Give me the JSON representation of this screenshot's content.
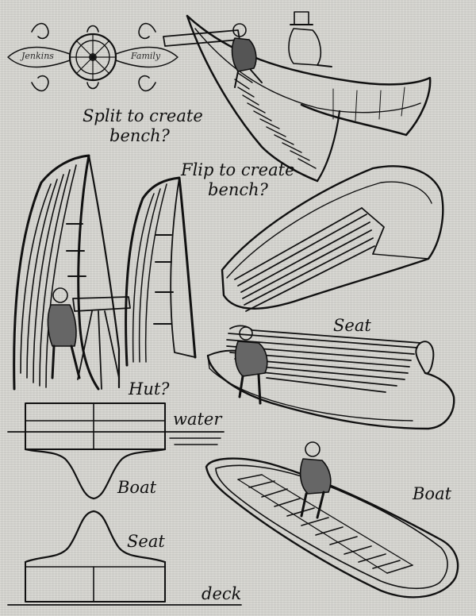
{
  "logo": {
    "left_word": "Jenkins",
    "right_word": "Family"
  },
  "labels": {
    "split": [
      "Split to create",
      "bench?"
    ],
    "flip": [
      "Flip to create",
      "bench?"
    ],
    "hut": "Hut?",
    "water": "water",
    "boat_left": "Boat",
    "seat_right": "Seat",
    "seat_left": "Seat",
    "boat_right": "Boat",
    "deck": "deck"
  },
  "colors": {
    "ink": "#111111",
    "paper": "#d8d7d2"
  }
}
